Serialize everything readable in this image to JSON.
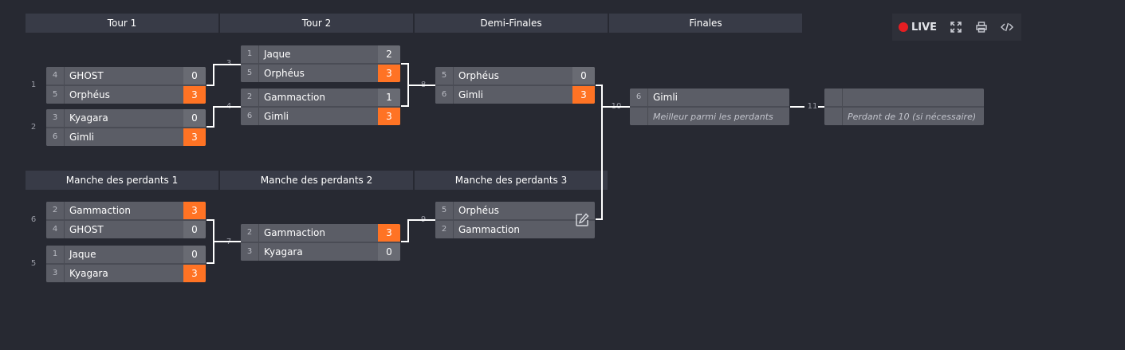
{
  "rounds": {
    "tour1": "Tour 1",
    "tour2": "Tour 2",
    "semis": "Demi-Finales",
    "finals": "Finales",
    "losers1": "Manche des perdants 1",
    "losers2": "Manche des perdants 2",
    "losers3": "Manche des perdants 3"
  },
  "toolbar": {
    "live_label": "LIVE",
    "icons": [
      "live-dot-icon",
      "fullscreen-icon",
      "print-icon",
      "embed-code-icon"
    ]
  },
  "matches": {
    "m1": {
      "num": "1",
      "p1": {
        "seed": "4",
        "name": "GHOST",
        "score": "0"
      },
      "p2": {
        "seed": "5",
        "name": "Orphéus",
        "score": "3"
      },
      "winner": 2
    },
    "m2": {
      "num": "2",
      "p1": {
        "seed": "3",
        "name": "Kyagara",
        "score": "0"
      },
      "p2": {
        "seed": "6",
        "name": "Gimli",
        "score": "3"
      },
      "winner": 2
    },
    "m3": {
      "num": "3",
      "p1": {
        "seed": "1",
        "name": "Jaque",
        "score": "2"
      },
      "p2": {
        "seed": "5",
        "name": "Orphéus",
        "score": "3"
      },
      "winner": 2
    },
    "m4": {
      "num": "4",
      "p1": {
        "seed": "2",
        "name": "Gammaction",
        "score": "1"
      },
      "p2": {
        "seed": "6",
        "name": "Gimli",
        "score": "3"
      },
      "winner": 2
    },
    "m8": {
      "num": "8",
      "p1": {
        "seed": "5",
        "name": "Orphéus",
        "score": "0"
      },
      "p2": {
        "seed": "6",
        "name": "Gimli",
        "score": "3"
      },
      "winner": 2
    },
    "m10": {
      "num": "10",
      "p1": {
        "seed": "6",
        "name": "Gimli",
        "score": ""
      },
      "p2": {
        "seed": "",
        "name": "Meilleur parmi les perdants",
        "score": ""
      },
      "winner": 0
    },
    "m11": {
      "num": "11",
      "p1": {
        "seed": "",
        "name": "",
        "score": ""
      },
      "p2": {
        "seed": "",
        "name": "Perdant de 10 (si nécessaire)",
        "score": ""
      },
      "winner": 0
    },
    "m6": {
      "num": "6",
      "p1": {
        "seed": "2",
        "name": "Gammaction",
        "score": "3"
      },
      "p2": {
        "seed": "4",
        "name": "GHOST",
        "score": "0"
      },
      "winner": 1
    },
    "m5": {
      "num": "5",
      "p1": {
        "seed": "1",
        "name": "Jaque",
        "score": "0"
      },
      "p2": {
        "seed": "3",
        "name": "Kyagara",
        "score": "3"
      },
      "winner": 2
    },
    "m7": {
      "num": "7",
      "p1": {
        "seed": "2",
        "name": "Gammaction",
        "score": "3"
      },
      "p2": {
        "seed": "3",
        "name": "Kyagara",
        "score": "0"
      },
      "winner": 1
    },
    "m9": {
      "num": "9",
      "p1": {
        "seed": "5",
        "name": "Orphéus",
        "score": ""
      },
      "p2": {
        "seed": "2",
        "name": "Gammaction",
        "score": ""
      },
      "winner": 0
    }
  },
  "colors": {
    "win": "#ff7324",
    "live": "#e51e22"
  }
}
